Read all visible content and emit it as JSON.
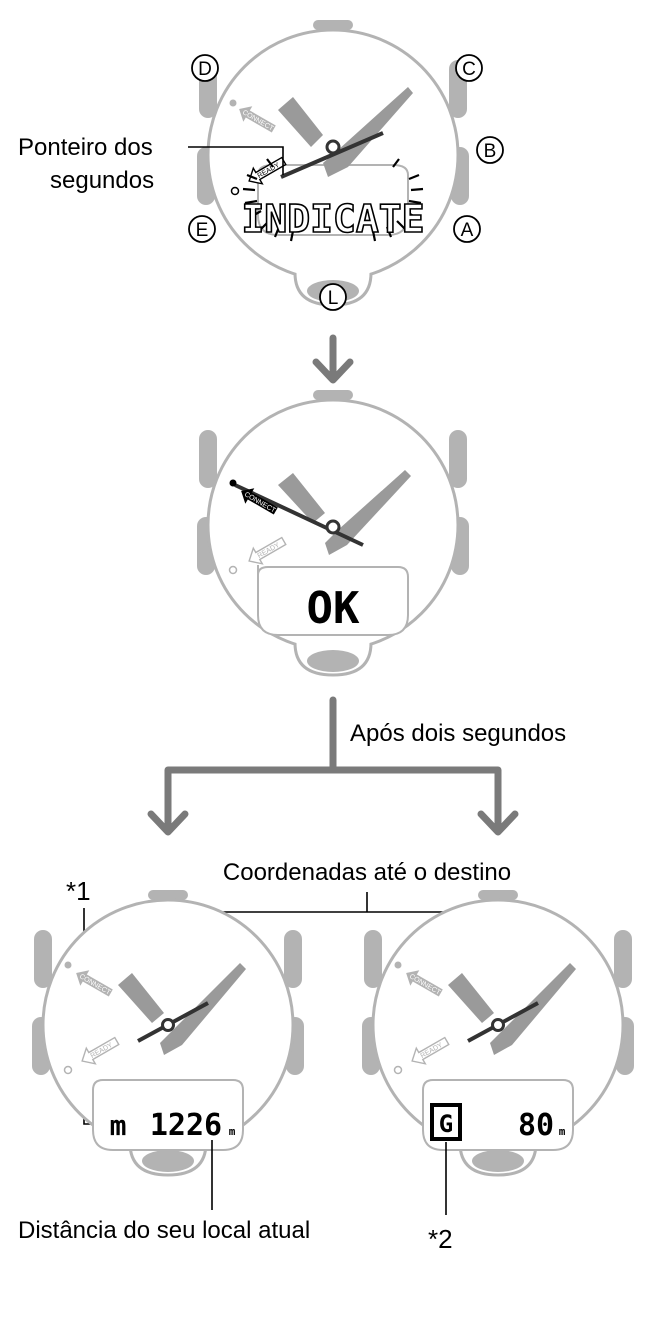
{
  "labels": {
    "second_hand": [
      "Ponteiro dos",
      "segundos"
    ],
    "after_two_seconds": "Após dois segundos",
    "coordinates": "Coordenadas até o destino",
    "distance": "Distância do seu local atual",
    "note1": "*1",
    "note2": "*2"
  },
  "buttons": {
    "d": "D",
    "c": "C",
    "b": "B",
    "e": "E",
    "a": "A",
    "l": "L"
  },
  "watch1": {
    "display": "INDICATE",
    "connect_mark": "CONNECT",
    "ready_mark": "READY"
  },
  "watch2": {
    "display": "OK",
    "connect_mark": "CONNECT",
    "ready_mark": "READY"
  },
  "watch3": {
    "icon": "m",
    "distance_value": "1226",
    "unit": "m",
    "connect_mark": "CONNECT",
    "ready_mark": "READY"
  },
  "watch4": {
    "icon": "G",
    "distance_value": "80",
    "unit": "m",
    "connect_mark": "CONNECT",
    "ready_mark": "READY"
  },
  "colors": {
    "watch_gray": "#b3b3b3",
    "hand_gray": "#9a9a9a",
    "flow_arrow": "#7a7a7a",
    "ink": "#000000"
  }
}
